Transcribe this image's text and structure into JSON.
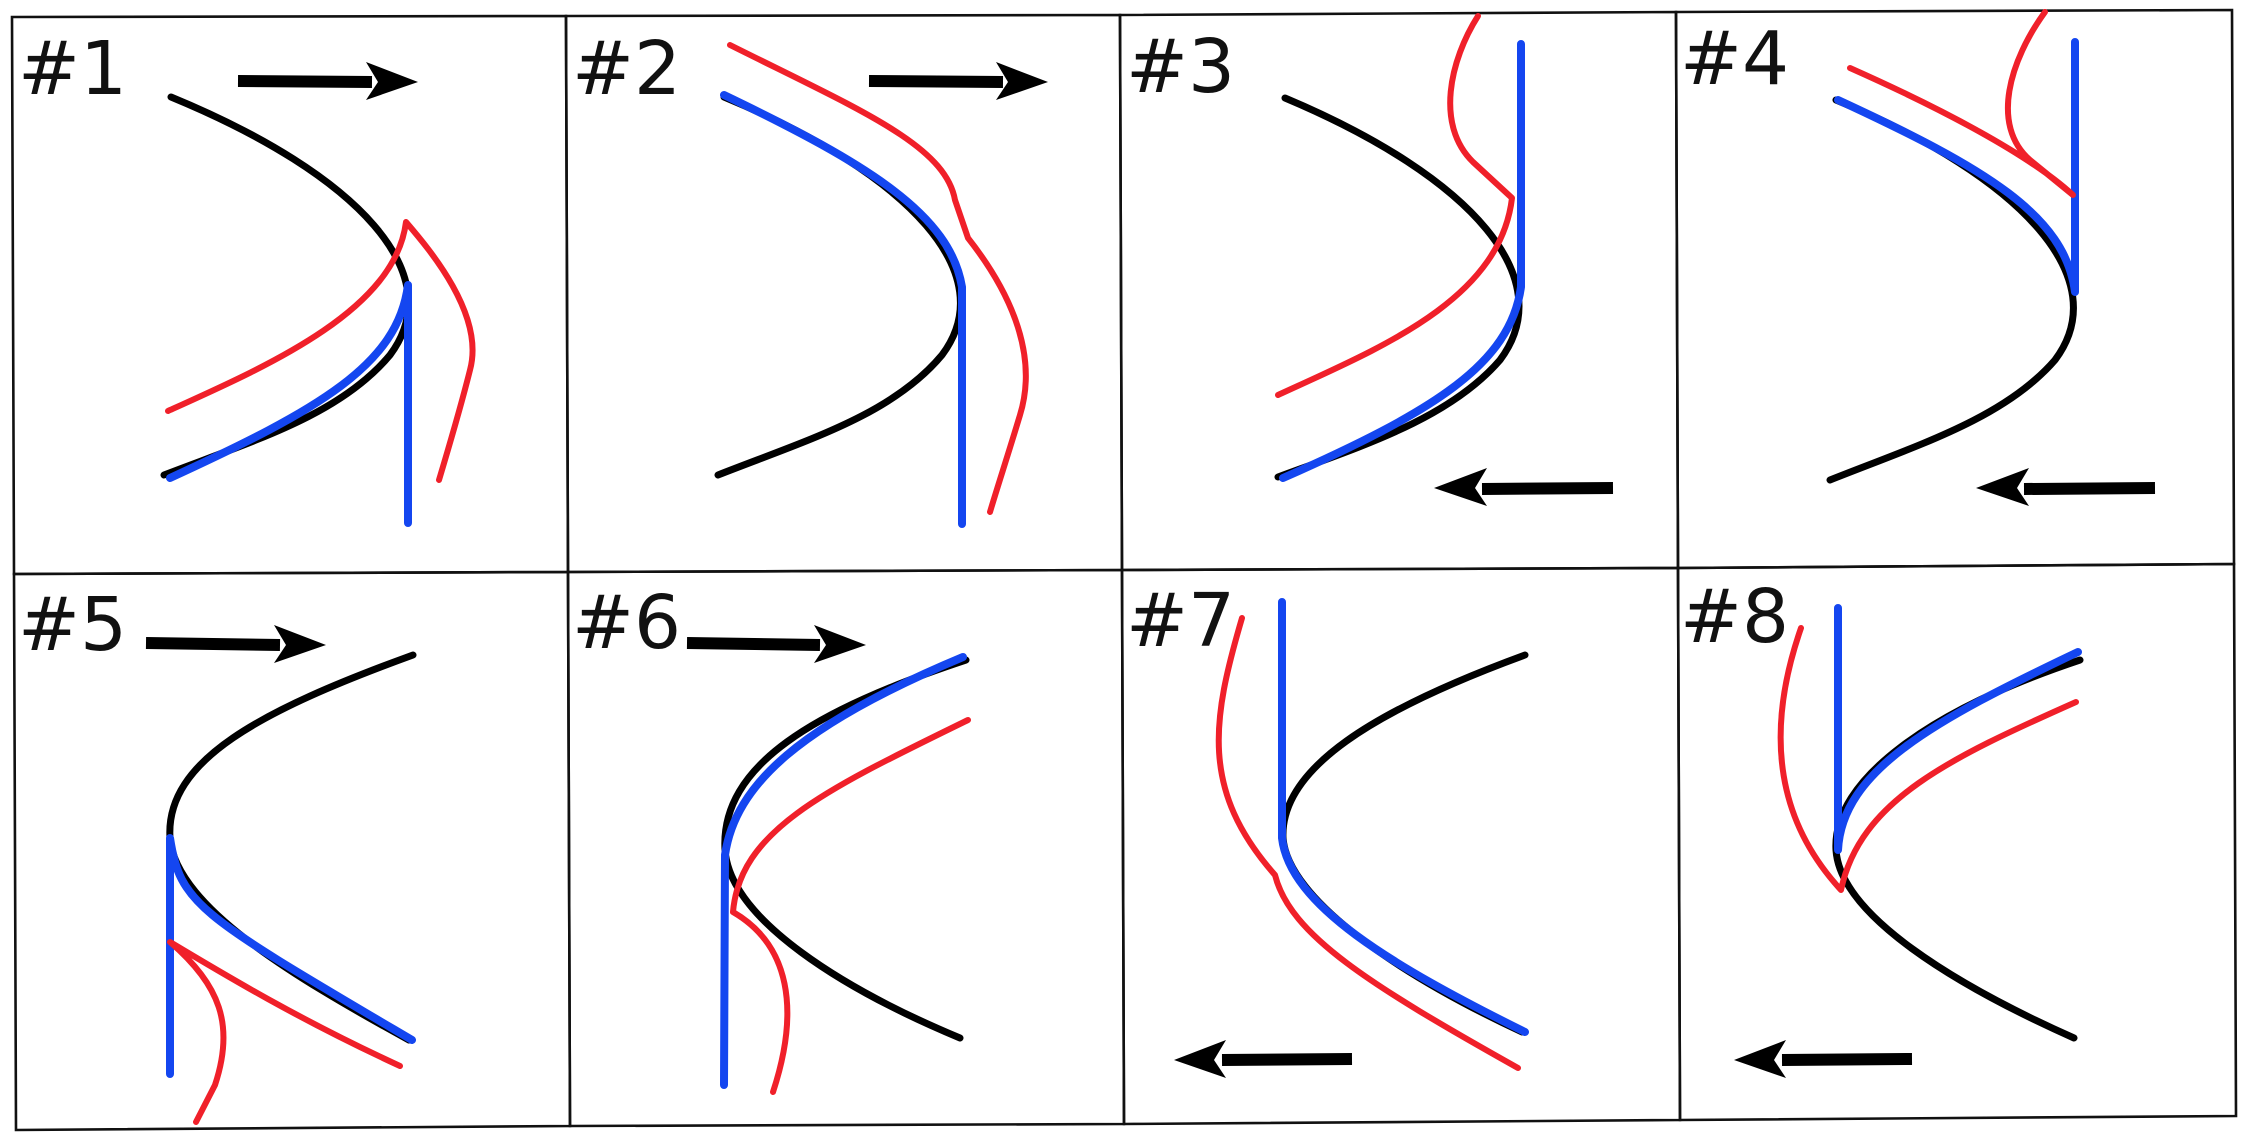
{
  "colors": {
    "black_curve": "#000000",
    "blue_curve": "#1446f0",
    "red_curve": "#f0202a",
    "frame": "#111111"
  },
  "panels": [
    {
      "label": "#1",
      "orientation": "opens-left",
      "blue_contact": "lower",
      "arrow": "right",
      "arrow_position": "top"
    },
    {
      "label": "#2",
      "orientation": "opens-left",
      "blue_contact": "upper",
      "arrow": "right",
      "arrow_position": "top"
    },
    {
      "label": "#3",
      "orientation": "opens-left",
      "blue_contact": "lower",
      "arrow": "left",
      "arrow_position": "bottom"
    },
    {
      "label": "#4",
      "orientation": "opens-left",
      "blue_contact": "upper",
      "arrow": "left",
      "arrow_position": "bottom"
    },
    {
      "label": "#5",
      "orientation": "opens-right",
      "blue_contact": "lower",
      "arrow": "right",
      "arrow_position": "top"
    },
    {
      "label": "#6",
      "orientation": "opens-right",
      "blue_contact": "upper",
      "arrow": "right",
      "arrow_position": "top"
    },
    {
      "label": "#7",
      "orientation": "opens-right",
      "blue_contact": "lower",
      "arrow": "left",
      "arrow_position": "bottom"
    },
    {
      "label": "#8",
      "orientation": "opens-right",
      "blue_contact": "upper",
      "arrow": "left",
      "arrow_position": "bottom"
    }
  ]
}
